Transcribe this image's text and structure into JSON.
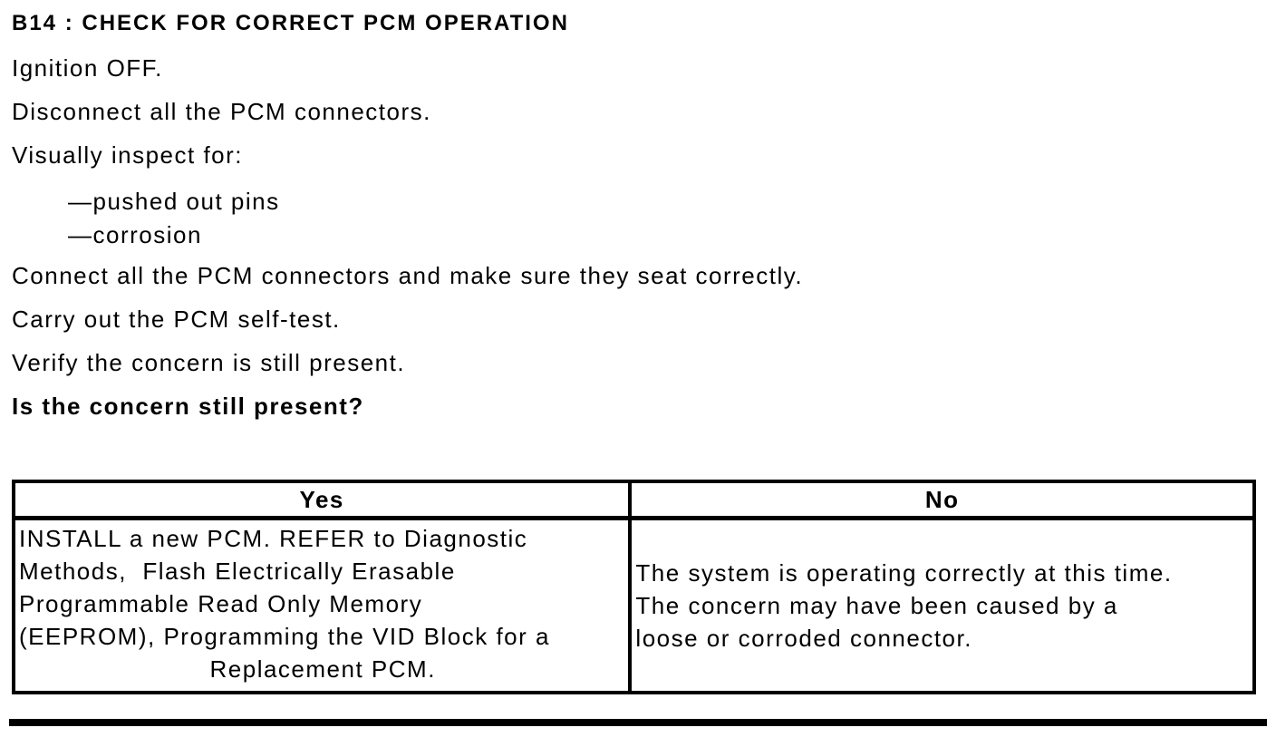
{
  "procedure": {
    "heading": "B14 : CHECK FOR CORRECT PCM OPERATION",
    "steps": [
      "Ignition OFF.",
      "Disconnect all the PCM connectors.",
      "Visually inspect for:"
    ],
    "inspect_items": [
      "—pushed out pins",
      "—corrosion"
    ],
    "steps_after": [
      "Connect all the PCM connectors and make sure they seat correctly.",
      "Carry out the PCM self-test.",
      "Verify the concern is still present."
    ],
    "question": "Is the concern still present?"
  },
  "results_table": {
    "yes_header": "Yes",
    "no_header": "No",
    "yes_lines": [
      "INSTALL a new PCM. REFER to Diagnostic",
      "Methods,  Flash Electrically Erasable",
      "Programmable Read Only Memory",
      "(EEPROM), Programming the VID Block for a"
    ],
    "yes_last_line": "Replacement PCM.",
    "no_lines": [
      "The system is operating correctly at this time.",
      "The concern may have been caused by a",
      "loose or corroded connector."
    ]
  },
  "colors": {
    "text": "#000000",
    "background": "#ffffff",
    "border": "#000000"
  }
}
